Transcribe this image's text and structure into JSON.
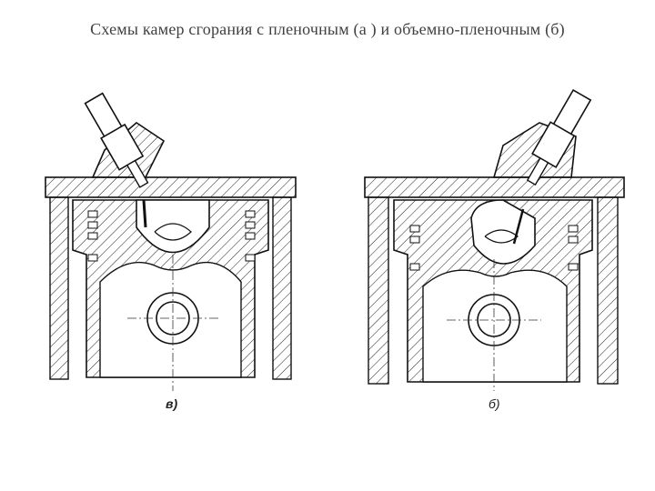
{
  "slide": {
    "title": "Схемы камер сгорания с пленочным (а ) и объемно-пленочным (б)"
  },
  "figures": [
    {
      "label": "в)"
    },
    {
      "label": "б)"
    }
  ]
}
